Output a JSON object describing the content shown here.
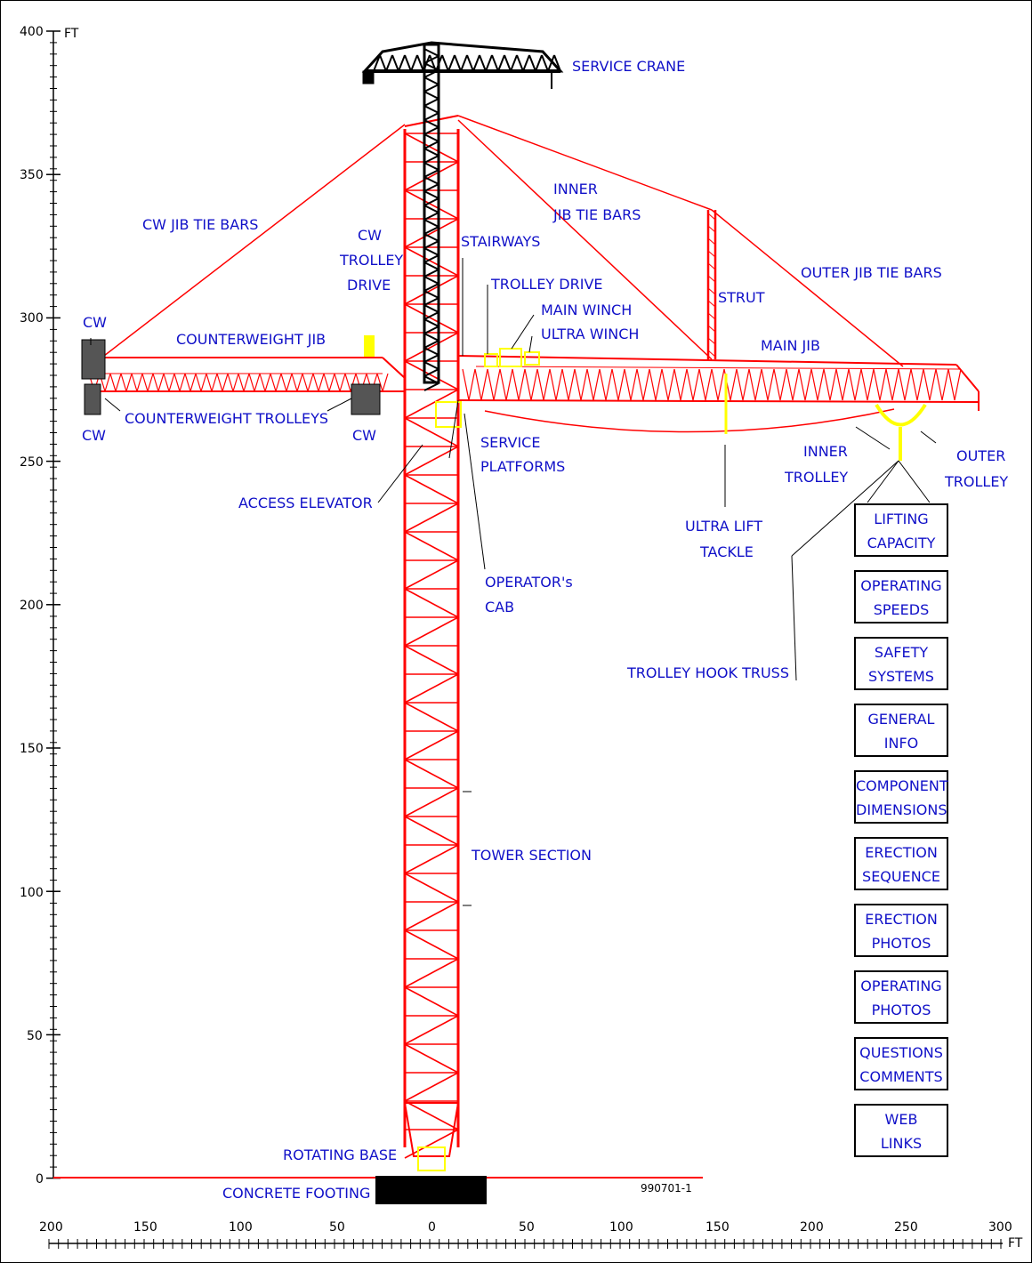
{
  "axis": {
    "y_unit": "FT",
    "x_unit": "FT",
    "y_ticks": [
      "400",
      "350",
      "300",
      "250",
      "200",
      "150",
      "100",
      "50",
      "0"
    ],
    "x_ticks": [
      "200",
      "150",
      "100",
      "50",
      "0",
      "50",
      "100",
      "150",
      "200",
      "250",
      "300"
    ]
  },
  "labels": {
    "service_crane": "SERVICE CRANE",
    "cw_jib_tie_bars": "CW JIB TIE BARS",
    "inner_jib_tie_bars_1": "INNER",
    "inner_jib_tie_bars_2": "JIB TIE BARS",
    "outer_jib_tie_bars": "OUTER JIB TIE BARS",
    "cw_trolley_drive_1": "CW",
    "cw_trolley_drive_2": "TROLLEY",
    "cw_trolley_drive_3": "DRIVE",
    "stairways": "STAIRWAYS",
    "strut": "STRUT",
    "trolley_drive": "TROLLEY DRIVE",
    "main_winch": "MAIN WINCH",
    "ultra_winch": "ULTRA WINCH",
    "main_jib": "MAIN JIB",
    "counterweight_jib": "COUNTERWEIGHT JIB",
    "cw_top": "CW",
    "cw_bottom_left": "CW",
    "cw_bottom_right": "CW",
    "counterweight_trolleys": "COUNTERWEIGHT TROLLEYS",
    "service_platforms_1": "SERVICE",
    "service_platforms_2": "PLATFORMS",
    "access_elevator": "ACCESS ELEVATOR",
    "inner_trolley_1": "INNER",
    "inner_trolley_2": "TROLLEY",
    "outer_trolley_1": "OUTER",
    "outer_trolley_2": "TROLLEY",
    "ultra_lift_tackle_1": "ULTRA LIFT",
    "ultra_lift_tackle_2": "TACKLE",
    "operators_cab_1": "OPERATOR's",
    "operators_cab_2": "CAB",
    "trolley_hook_truss": "TROLLEY HOOK TRUSS",
    "tower_section": "TOWER SECTION",
    "rotating_base": "ROTATING BASE",
    "concrete_footing": "CONCRETE FOOTING",
    "drawing_number": "990701-1"
  },
  "nav_buttons": [
    {
      "line1": "LIFTING",
      "line2": "CAPACITY"
    },
    {
      "line1": "OPERATING",
      "line2": "SPEEDS"
    },
    {
      "line1": "SAFETY",
      "line2": "SYSTEMS"
    },
    {
      "line1": "GENERAL",
      "line2": "INFO"
    },
    {
      "line1": "COMPONENT",
      "line2": "DIMENSIONS"
    },
    {
      "line1": "ERECTION",
      "line2": "SEQUENCE"
    },
    {
      "line1": "ERECTION",
      "line2": "PHOTOS"
    },
    {
      "line1": "OPERATING",
      "line2": "PHOTOS"
    },
    {
      "line1": "QUESTIONS",
      "line2": "COMMENTS"
    },
    {
      "line1": "WEB",
      "line2": "LINKS"
    }
  ],
  "colors": {
    "crane": "#ff0000",
    "service_crane": "#000000",
    "highlight": "#ffff00",
    "label": "#1010c8",
    "footing": "#000000"
  }
}
